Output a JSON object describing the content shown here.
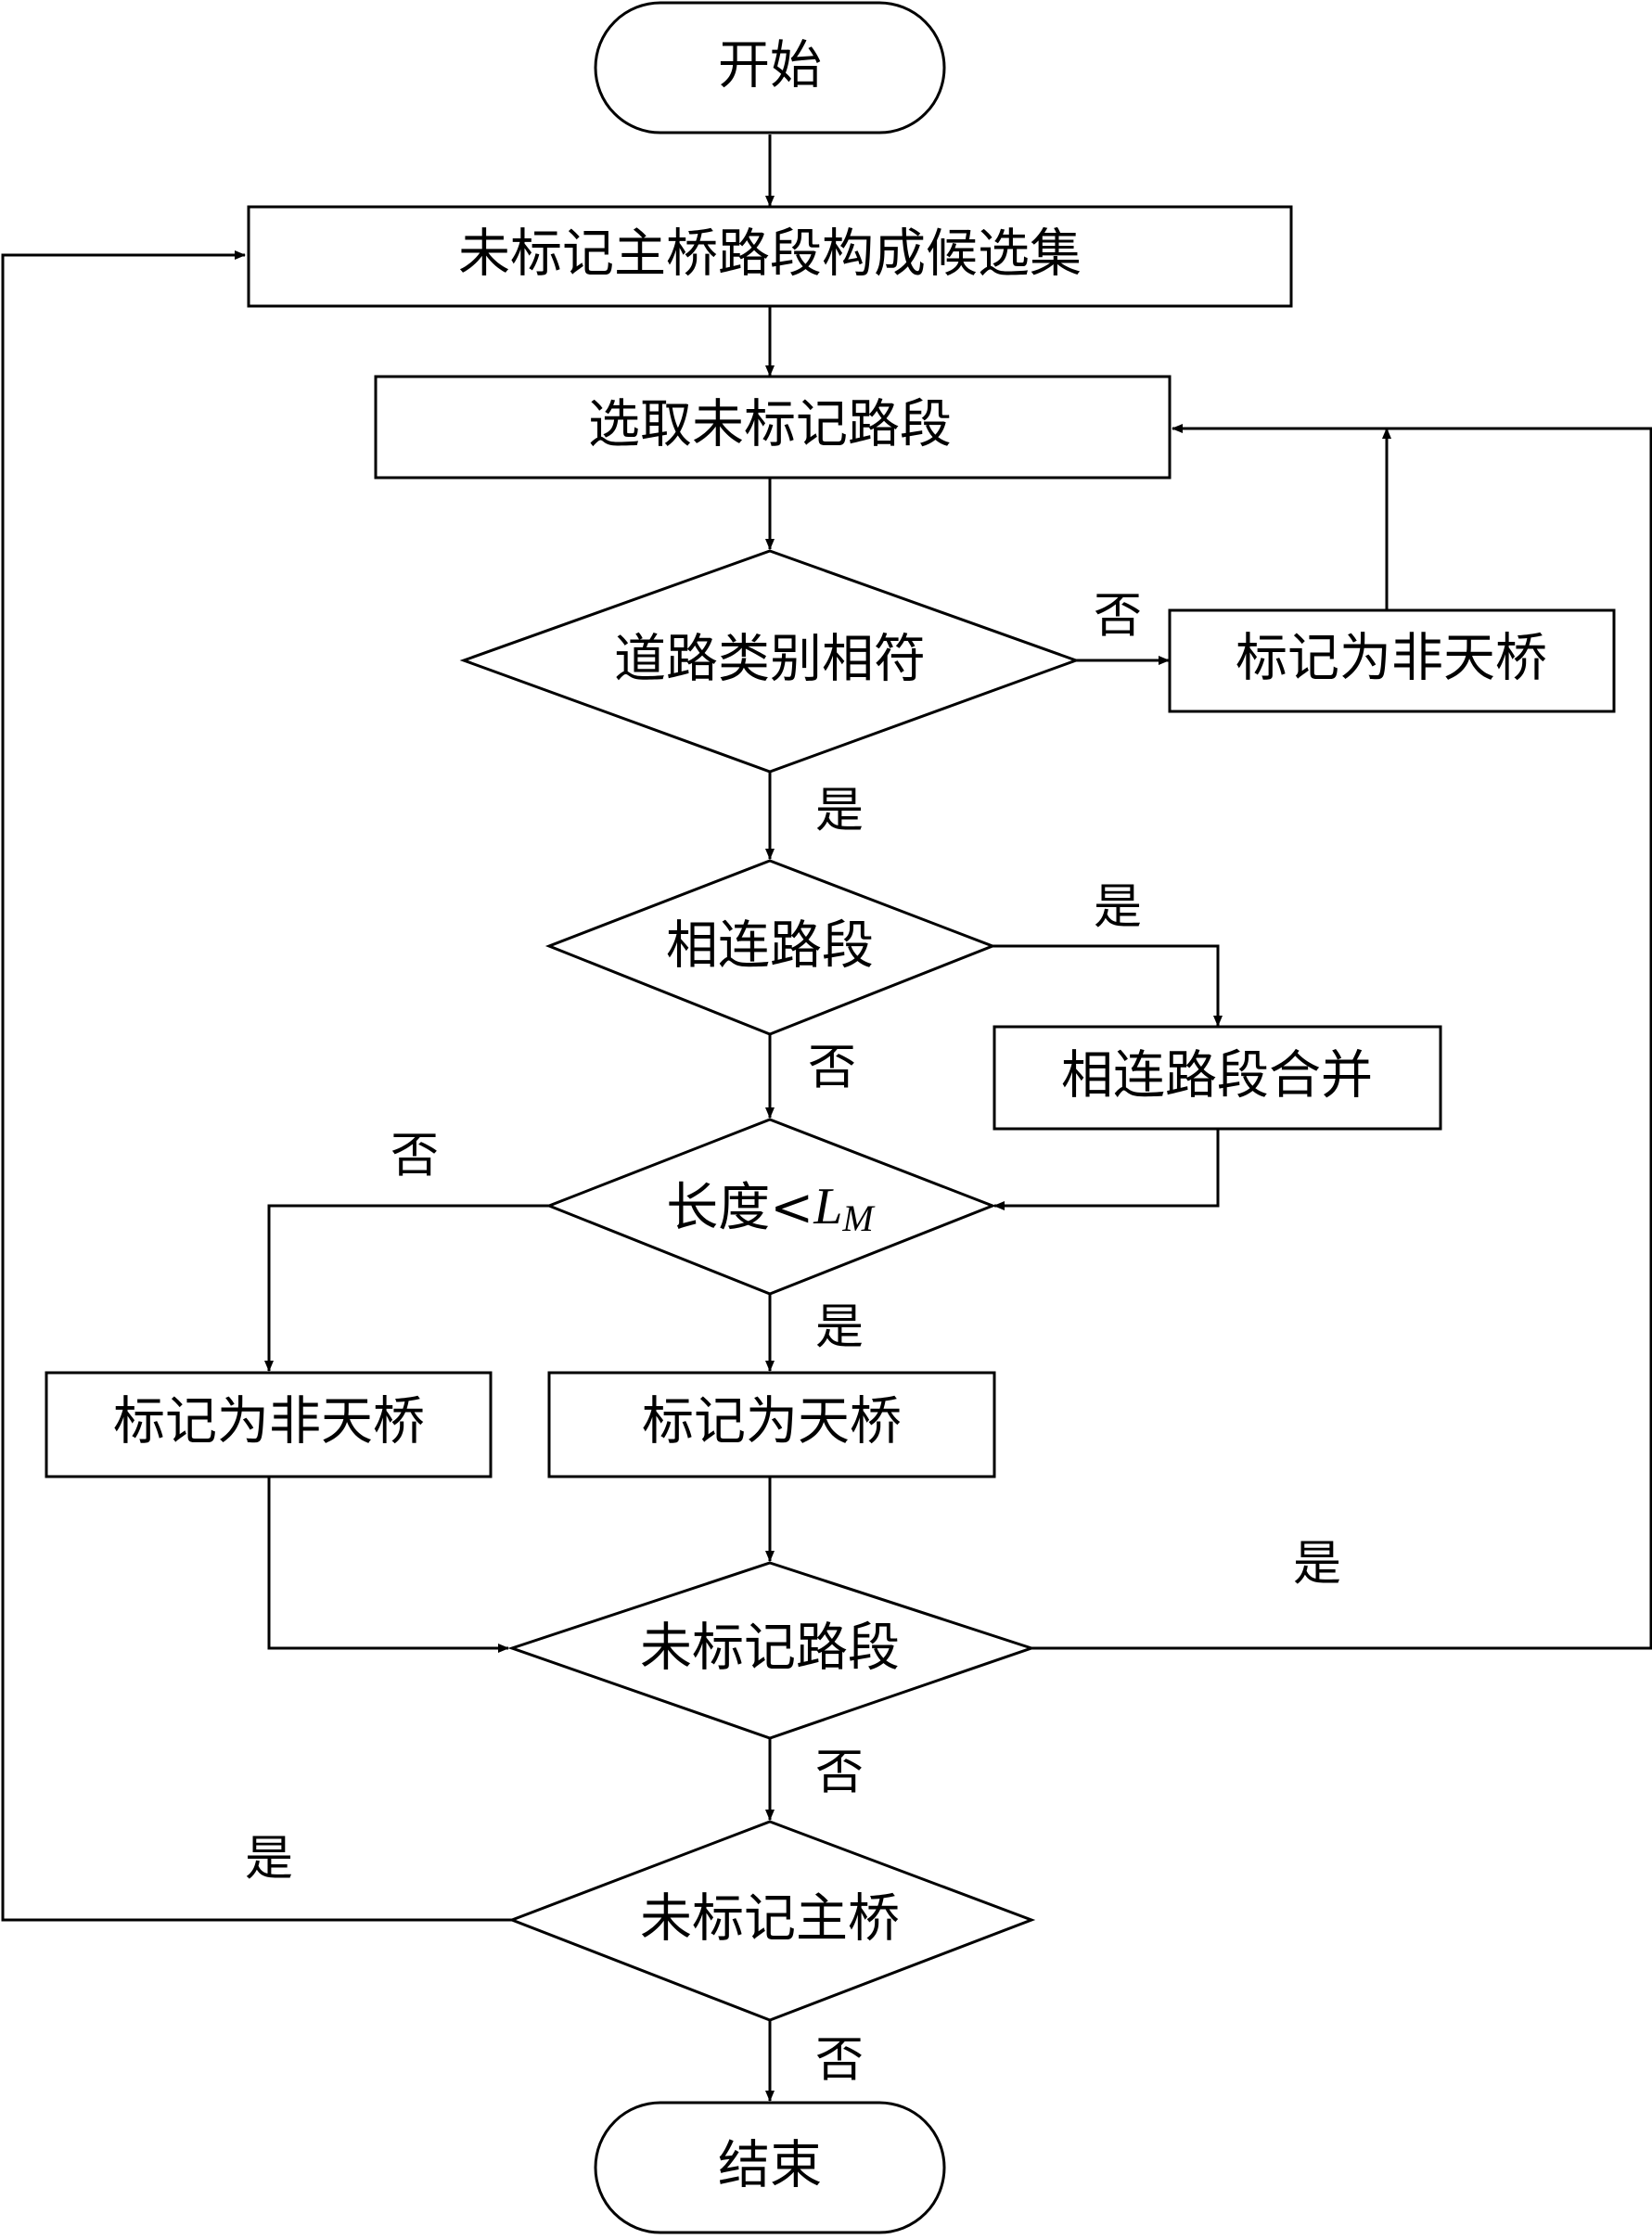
{
  "nodes": {
    "start": "开始",
    "candidate_set": "未标记主桥路段构成候选集",
    "select_segment": "选取未标记路段",
    "road_type_match": "道路类别相符",
    "mark_non_bridge_top": "标记为非天桥",
    "connected_segment": "相连路段",
    "merge_segments": "相连路段合并",
    "length_prefix": "长度<",
    "length_var": "L",
    "length_sub": "M",
    "mark_non_bridge_left": "标记为非天桥",
    "mark_bridge": "标记为天桥",
    "unmarked_segment": "未标记路段",
    "unmarked_main_bridge": "未标记主桥",
    "end": "结束"
  },
  "edges": {
    "road_type_no": "否",
    "road_type_yes": "是",
    "connected_yes": "是",
    "connected_no": "否",
    "length_no": "否",
    "length_yes": "是",
    "unmarked_segment_yes": "是",
    "unmarked_segment_no": "否",
    "unmarked_bridge_yes": "是",
    "unmarked_bridge_no": "否"
  }
}
